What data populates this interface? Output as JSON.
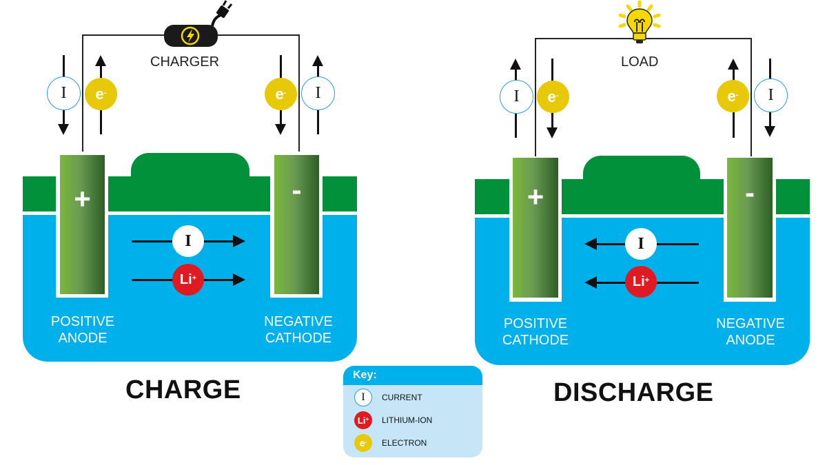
{
  "diagrams": {
    "charge": {
      "title": "CHARGE",
      "source_label": "CHARGER",
      "source_icon": "charger-plug-icon",
      "positive_electrode": {
        "sign": "+",
        "label_line1": "POSITIVE",
        "label_line2": "ANODE"
      },
      "negative_electrode": {
        "sign": "-",
        "label_line1": "NEGATIVE",
        "label_line2": "CATHODE"
      },
      "internal_flow_direction": "left-to-right",
      "current_symbol": "I",
      "ion_symbol": "Li",
      "ion_charge": "+",
      "electron_symbol": "e",
      "electron_charge": "-"
    },
    "discharge": {
      "title": "DISCHARGE",
      "source_label": "LOAD",
      "source_icon": "lightbulb-icon",
      "positive_electrode": {
        "sign": "+",
        "label_line1": "POSITIVE",
        "label_line2": "CATHODE"
      },
      "negative_electrode": {
        "sign": "-",
        "label_line1": "NEGATIVE",
        "label_line2": "ANODE"
      },
      "internal_flow_direction": "right-to-left",
      "current_symbol": "I",
      "ion_symbol": "Li",
      "ion_charge": "+",
      "electron_symbol": "e",
      "electron_charge": "-"
    }
  },
  "key": {
    "title": "Key:",
    "items": [
      {
        "symbol": "I",
        "sup": "",
        "label": "CURRENT",
        "icon": "current-icon"
      },
      {
        "symbol": "Li",
        "sup": "+",
        "label": "LITHIUM-ION",
        "icon": "lithium-ion-icon"
      },
      {
        "symbol": "e",
        "sup": "-",
        "label": "ELECTRON",
        "icon": "electron-icon"
      }
    ]
  },
  "colors": {
    "electrolyte": "#00b0ea",
    "casing": "#00913a",
    "electron": "#e8c90a",
    "lithium_ion": "#e01a22",
    "current_ring": "#2a9bd8",
    "key_background": "#c6e6f7"
  }
}
